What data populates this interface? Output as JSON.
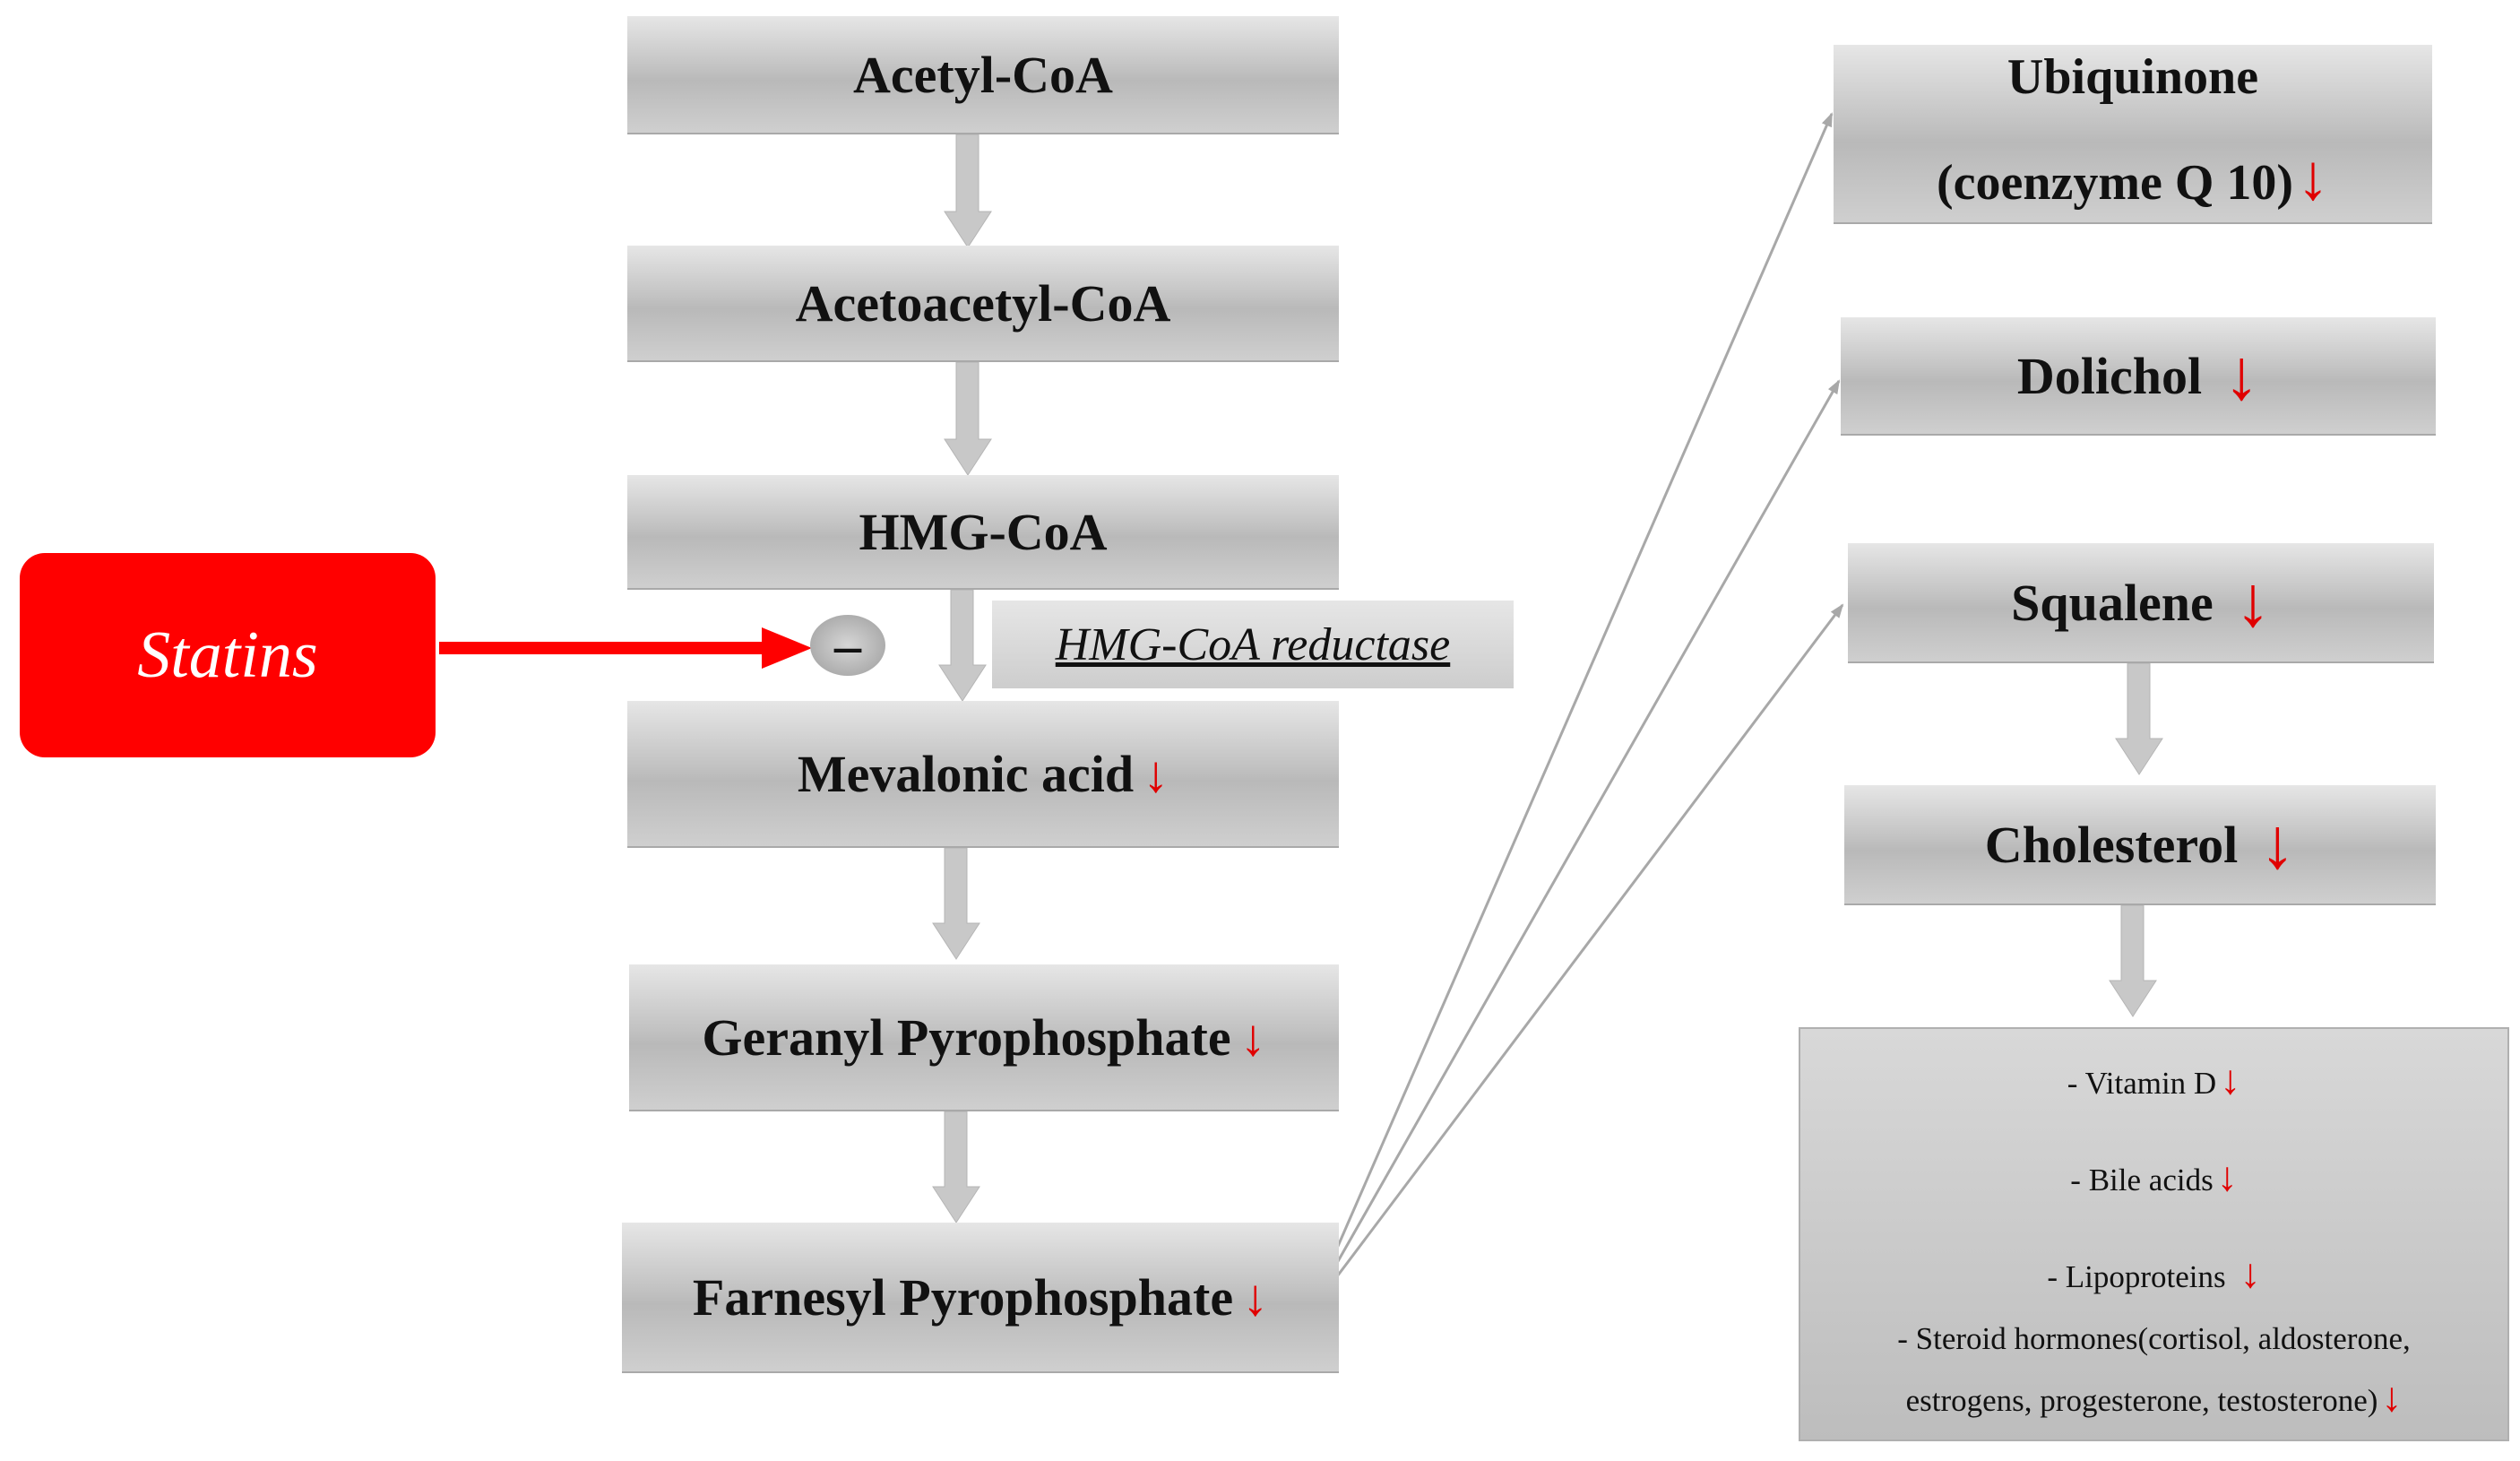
{
  "pathway": {
    "acetyl_coa": "Acetyl-CoA",
    "acetoacetyl_coa": "Acetoacetyl-CoA",
    "hmg_coa": "HMG-CoA",
    "mevalonic_acid": "Mevalonic acid",
    "geranyl_pp": "Geranyl Pyrophosphate",
    "farnesyl_pp": "Farnesyl Pyrophosphate"
  },
  "branches": {
    "ubiquinone_line1": "Ubiquinone",
    "ubiquinone_line2": "(coenzyme Q 10)",
    "dolichol": "Dolichol",
    "squalene": "Squalene",
    "cholesterol": "Cholesterol"
  },
  "inhibitor": {
    "drug": "Statins",
    "enzyme": "HMG-CoA reductase",
    "symbol": "–"
  },
  "products": {
    "vitamin_d": "- Vitamin D",
    "bile_acids": "- Bile acids",
    "lipoproteins": "- Lipoproteins",
    "steroid_line1": "- Steroid hormones(cortisol, aldosterone,",
    "steroid_line2": "estrogens, progesterone, testosterone)"
  },
  "decrease_symbol": "↓",
  "colors": {
    "decrease_arrow": "#e00000",
    "statins_box": "#ff0000",
    "flow_arrow": "#c8c8c8",
    "branch_line": "#a8a8a8"
  }
}
